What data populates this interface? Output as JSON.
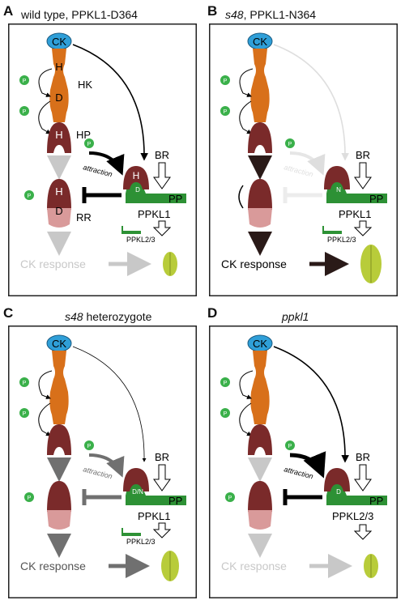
{
  "colors": {
    "ck_blue": "#2f9fd8",
    "hk_orange": "#d8701a",
    "hp_red": "#7a2a2a",
    "rr_pink": "#d99a9a",
    "ppkl_green": "#2d9135",
    "phospho_green": "#3ab04a",
    "leaf": "#b8cc3a",
    "dark_arrow": "#000000",
    "faded_arrow": "#c8c8c8",
    "mid_arrow": "#707070"
  },
  "labels": {
    "ck": "CK",
    "h": "H",
    "d": "D",
    "n": "N",
    "dn": "D/N",
    "p": "P",
    "hk": "HK",
    "hp": "HP",
    "rr": "RR",
    "br": "BR",
    "pp": "PP",
    "attraction": "attraction",
    "ck_response": "CK response",
    "ppkl1": "PPKL1",
    "ppkl23": "PPKL2/3"
  },
  "panels": [
    {
      "letter": "A",
      "title_italic": "",
      "title_plain": "wild type, PPKL1-D364"
    },
    {
      "letter": "B",
      "title_italic": "s48",
      "title_plain": ", PPKL1-N364"
    },
    {
      "letter": "C",
      "title_italic": "s48",
      "title_plain": " heterozygote"
    },
    {
      "letter": "D",
      "title_italic": "ppkl1",
      "title_plain": ""
    }
  ]
}
